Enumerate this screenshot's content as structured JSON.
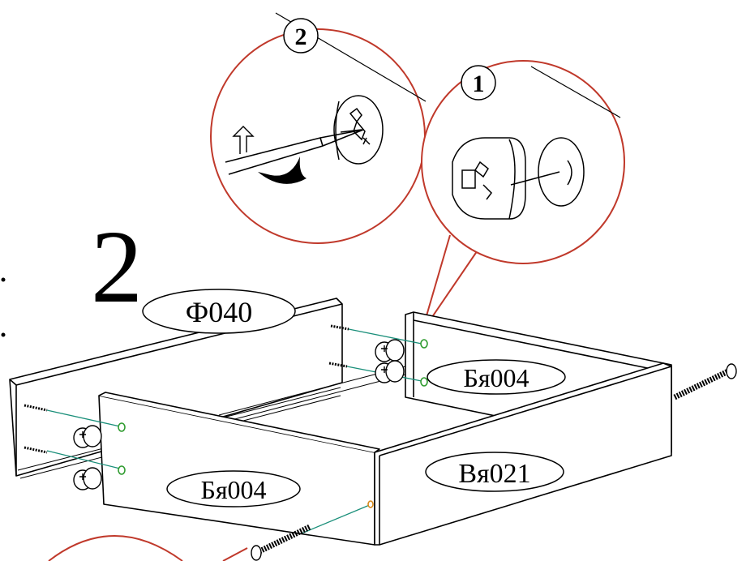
{
  "step_number": "2",
  "callouts": {
    "detail_1": "1",
    "detail_2": "2"
  },
  "part_labels": {
    "back_panel": "Ф040",
    "left_side": "Бя004",
    "right_side": "Бя004",
    "front_panel": "Вя021"
  },
  "colors": {
    "outline": "#000000",
    "callout_circle": "#c0392b",
    "guide_line": "#1a8f7a",
    "hole_marker": "#2e9b2e",
    "hole_marker_front": "#d98a1a"
  },
  "icons": [
    "cam-lock-icon",
    "screwdriver-icon",
    "rotation-arrow-icon",
    "dowel-icon",
    "screw-icon",
    "confirmat-screw-icon"
  ]
}
